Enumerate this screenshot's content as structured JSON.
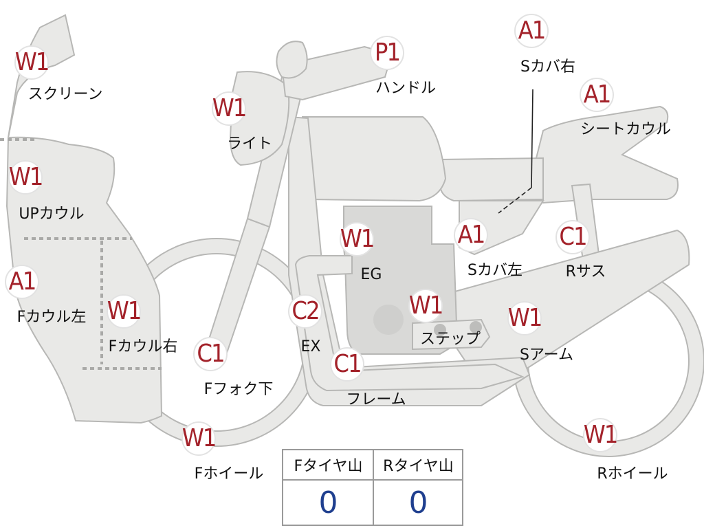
{
  "parts": [
    {
      "id": "screen",
      "code": "W1",
      "label": "スクリーン"
    },
    {
      "id": "light",
      "code": "W1",
      "label": "ライト"
    },
    {
      "id": "handle",
      "code": "P1",
      "label": "ハンドル"
    },
    {
      "id": "s-cover-right",
      "code": "A1",
      "label": "Sカバ右"
    },
    {
      "id": "seat-cowl",
      "code": "A1",
      "label": "シートカウル"
    },
    {
      "id": "up-cowl",
      "code": "W1",
      "label": "UPカウル"
    },
    {
      "id": "engine",
      "code": "W1",
      "label": "EG"
    },
    {
      "id": "s-cover-left",
      "code": "A1",
      "label": "Sカバ左"
    },
    {
      "id": "rear-sus",
      "code": "C1",
      "label": "Rサス"
    },
    {
      "id": "f-cowl-left",
      "code": "A1",
      "label": "Fカウル左"
    },
    {
      "id": "f-cowl-right",
      "code": "W1",
      "label": "Fカウル右"
    },
    {
      "id": "exhaust",
      "code": "C2",
      "label": "EX"
    },
    {
      "id": "step",
      "code": "W1",
      "label": "ステップ"
    },
    {
      "id": "swing-arm",
      "code": "W1",
      "label": "Sアーム"
    },
    {
      "id": "f-fork-lower",
      "code": "C1",
      "label": "Fフォク下"
    },
    {
      "id": "frame",
      "code": "C1",
      "label": "フレーム"
    },
    {
      "id": "f-wheel",
      "code": "W1",
      "label": "Fホイール"
    },
    {
      "id": "r-wheel",
      "code": "W1",
      "label": "Rホイール"
    }
  ],
  "tire_table": {
    "front_header": "Fタイヤ山",
    "rear_header": "Rタイヤ山",
    "front_value": "0",
    "rear_value": "0"
  },
  "colors": {
    "code_text": "#a3222a",
    "tire_value_text": "#1f3f8f",
    "body_fill": "#e9e9e7",
    "body_stroke": "#b7b7b5"
  }
}
